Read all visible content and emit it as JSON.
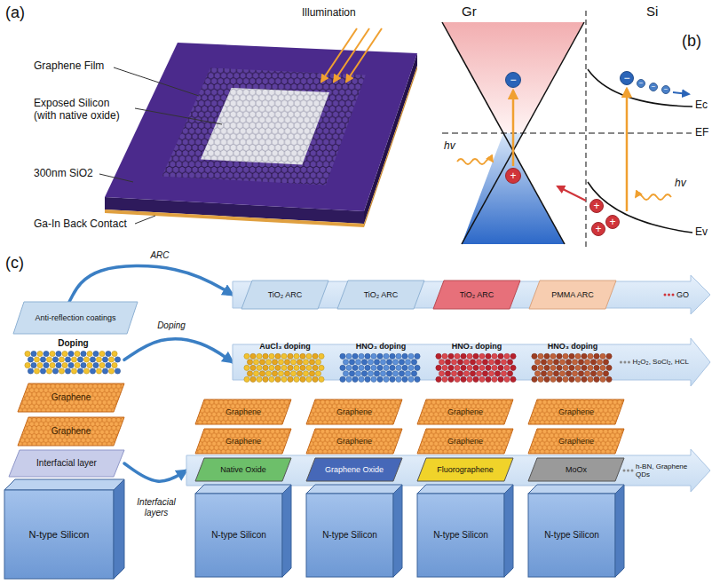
{
  "diagram": {
    "nodes": [
      {
        "text": [
          "Anti-reflection coatings"
        ]
      },
      {
        "text": [
          "GO"
        ]
      },
      {
        "text": [
          "TiO₂ ARC"
        ],
        "in": 1
      },
      {
        "text": [
          "TiO₂ ARC"
        ],
        "in": 1
      },
      {
        "text": [
          "TiO₂ ARC"
        ],
        "in": 1
      },
      {
        "text": [
          "PMMA ARC"
        ],
        "in": 1
      },
      {
        "text": [
          "Doping"
        ]
      },
      {
        "text": [
          "H₂O₂, SoCl₂, HCL"
        ]
      },
      {
        "text": [
          "AuCl₃ doping"
        ],
        "in": 7
      },
      {
        "text": [
          "HNO₃ doping"
        ],
        "in": 7
      },
      {
        "text": [
          "HNO₃ doping"
        ],
        "in": 7
      },
      {
        "text": [
          "HNO₃ doping"
        ],
        "in": 7
      },
      {
        "text": [
          "Graphene"
        ]
      },
      {
        "text": [
          "Graphene"
        ]
      },
      {
        "text": [
          "Interfacial layer"
        ]
      },
      {
        "text": [
          "N-type Silicon"
        ]
      },
      {
        "text": [
          "h-BN, Graphene QDs"
        ]
      },
      {
        "text": [
          "Graphene"
        ],
        "in": 16
      },
      {
        "text": [
          "Graphene"
        ],
        "in": 16
      },
      {
        "text": [
          "Native Oxide"
        ],
        "in": 16
      },
      {
        "text": [
          "N-type Silicon"
        ],
        "in": 16
      },
      {
        "text": [
          "Graphene"
        ],
        "in": 16
      },
      {
        "text": [
          "Graphene"
        ],
        "in": 16
      },
      {
        "text": [
          "Graphene Oxide"
        ],
        "in": 16
      },
      {
        "text": [
          "N-type Silicon"
        ],
        "in": 16
      },
      {
        "text": [
          "Graphene"
        ],
        "in": 16
      },
      {
        "text": [
          "Graphene"
        ],
        "in": 16
      },
      {
        "text": [
          "Fluorographene"
        ],
        "in": 16
      },
      {
        "text": [
          "N-type Silicon"
        ],
        "in": 16
      },
      {
        "text": [
          "Graphene"
        ],
        "in": 16
      },
      {
        "text": [
          "Graphene"
        ],
        "in": 16
      },
      {
        "text": [
          "MoOx"
        ],
        "in": 16
      },
      {
        "text": [
          "N-type Silicon"
        ],
        "in": 16
      }
    ],
    "edges": [
      {
        "from": 0,
        "to": 1,
        "arrow": "to",
        "label": "ARC"
      },
      {
        "from": 6,
        "to": 7,
        "arrow": "to",
        "label": "Doping"
      },
      {
        "from": 14,
        "to": 16,
        "arrow": "to",
        "label": "Interfacial layers"
      }
    ],
    "labels": [
      "(a)",
      "Illumination",
      "Graphene Film",
      "Exposed Silicon (with native oxide)",
      "300nm SiO2",
      "Ga-In Back Contact",
      "(b)",
      "Gr",
      "Si",
      "−",
      "+",
      "hv",
      "−",
      "−",
      "−",
      "−",
      "+",
      "+",
      "+",
      "hv",
      "Ec",
      "EF",
      "Ev",
      "(c)"
    ]
  }
}
